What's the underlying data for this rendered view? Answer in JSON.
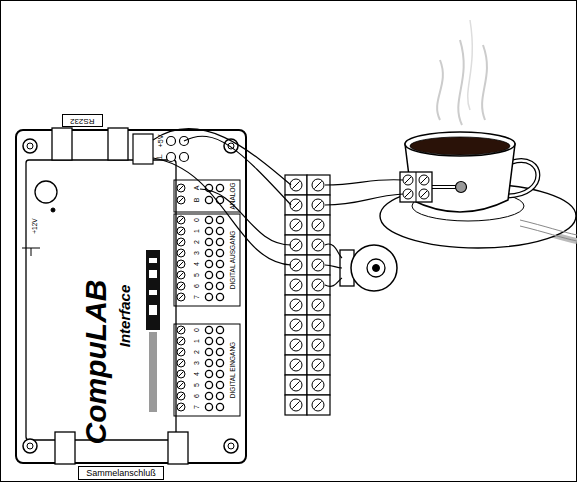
{
  "diagram": {
    "nodes": [
      {
        "text": [
          "RS232"
        ]
      },
      {
        "text": [
          "Sammelanschluß"
        ]
      }
    ],
    "labels": [
      "+5V",
      "⊥",
      "ANALOG",
      "A",
      "B",
      "DIGITAL AUSGANG",
      "0",
      "1",
      "2",
      "3",
      "4",
      "5",
      "6",
      "7",
      "DIGITAL EINGANG",
      "0",
      "1",
      "2",
      "3",
      "4",
      "5",
      "6",
      "7",
      "+12V",
      "CompuLAB",
      "Interface"
    ]
  }
}
